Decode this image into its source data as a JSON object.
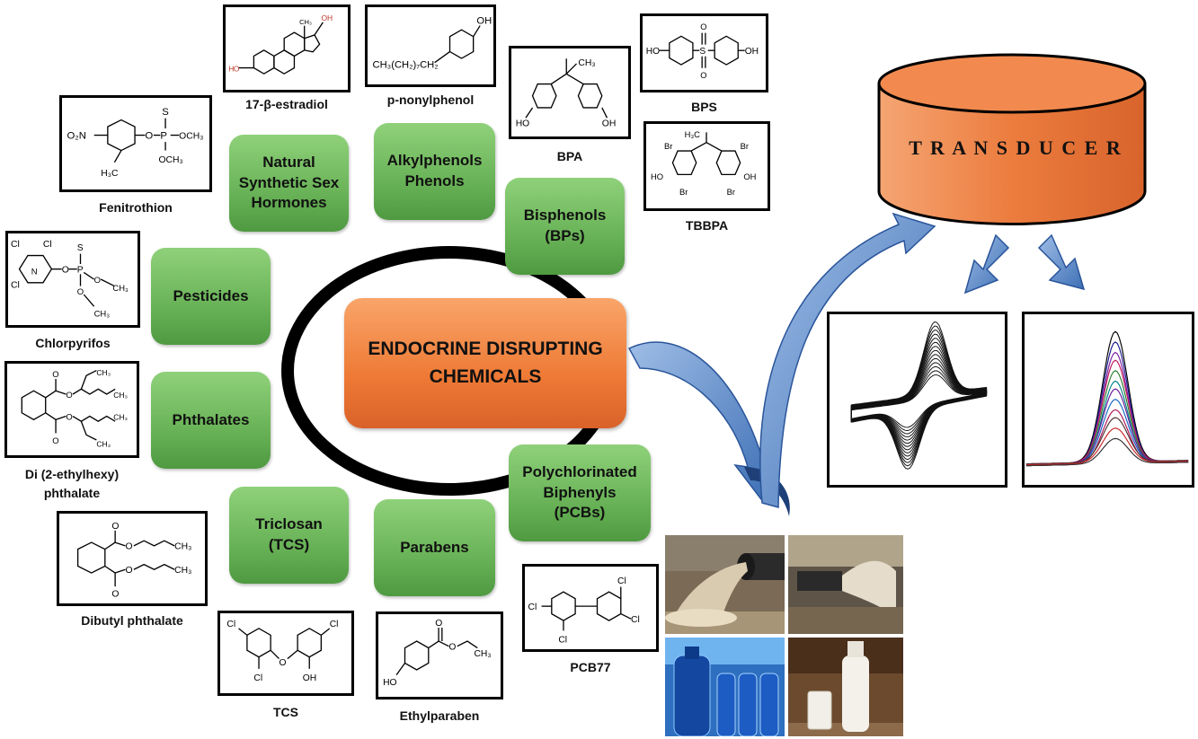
{
  "center": {
    "label_line1": "ENDOCRINE DISRUPTING",
    "label_line2": "CHEMICALS"
  },
  "categories": {
    "hormones": {
      "line1": "Natural",
      "line2": "Synthetic Sex",
      "line3": "Hormones"
    },
    "alkylphenols": {
      "line1": "Alkylphenols",
      "line2": "Phenols"
    },
    "bisphenols": {
      "line1": "Bisphenols",
      "line2": "(BPs)"
    },
    "pesticides": {
      "line1": "Pesticides"
    },
    "phthalates": {
      "line1": "Phthalates"
    },
    "pcbs": {
      "line1": "Polychlorinated",
      "line2": "Biphenyls",
      "line3": "(PCBs)"
    },
    "triclosan": {
      "line1": "Triclosan",
      "line2": "(TCS)"
    },
    "parabens": {
      "line1": "Parabens"
    }
  },
  "molecules": {
    "estradiol": "17-β-estradiol",
    "nonylphenol": "p-nonylphenol",
    "bpa": "BPA",
    "bps": "BPS",
    "tbbpa": "TBBPA",
    "fenitrothion": "Fenitrothion",
    "chlorpyrifos": "Chlorpyrifos",
    "dehp_line1": "Di (2-ethylhexy)",
    "dehp_line2": "phthalate",
    "dbp": "Dibutyl phthalate",
    "tcs": "TCS",
    "ethylparaben": "Ethylparaben",
    "pcb77": "PCB77"
  },
  "transducer": {
    "label": "T R A N S D U C E R"
  },
  "colors": {
    "green": "#6cb55a",
    "orange": "#ee7a35",
    "arrow_blue": "#3d6fb5",
    "transducer": "#e8733a"
  },
  "photos": [
    "wastewater-pipe",
    "wastewater-discharge",
    "water-bottles",
    "milk-bottles"
  ],
  "icons": [
    "cyclic-voltammogram",
    "differential-pulse-voltammogram"
  ]
}
